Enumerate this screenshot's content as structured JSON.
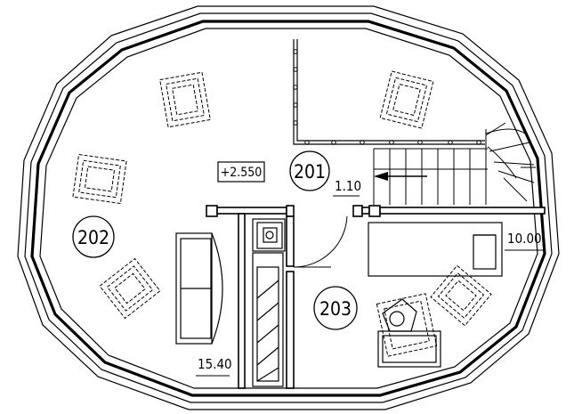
{
  "plan": {
    "level_mark": "+2.550",
    "rooms": [
      {
        "number": "201",
        "area": "1.10"
      },
      {
        "number": "202",
        "area": "15.40"
      },
      {
        "number": "203",
        "area": "10.00"
      }
    ]
  }
}
